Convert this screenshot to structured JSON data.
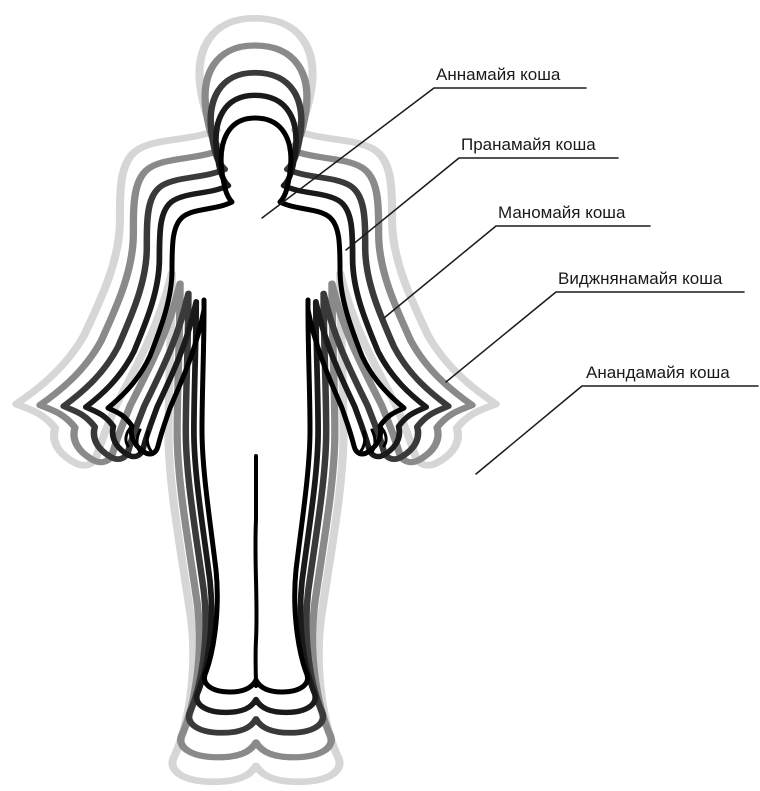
{
  "diagram": {
    "layers": [
      {
        "label": "Аннамайя коша",
        "color": "#000000"
      },
      {
        "label": "Пранамайя коша",
        "color": "#1f1f1f"
      },
      {
        "label": "Маномайя коша",
        "color": "#3c3c3c"
      },
      {
        "label": "Виджнянамайя коша",
        "color": "#7a7a7a"
      },
      {
        "label": "Анандамайя коша",
        "color": "#c4c4c4"
      }
    ]
  }
}
